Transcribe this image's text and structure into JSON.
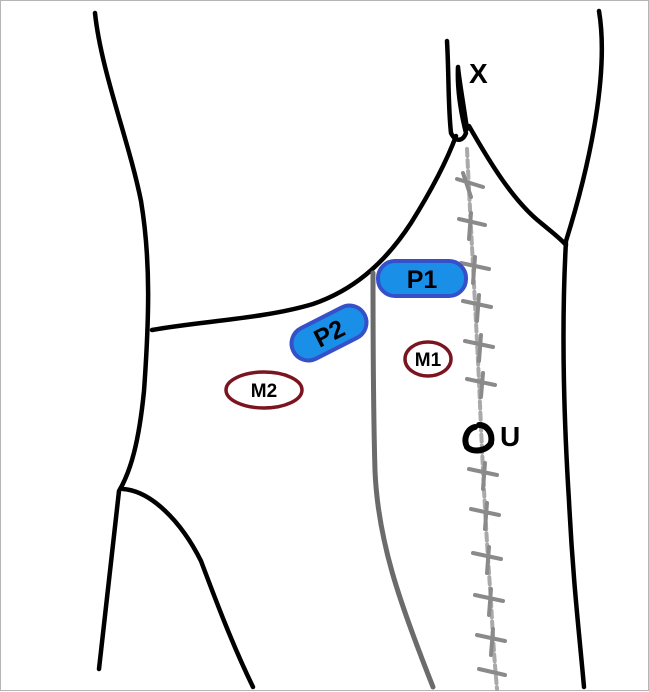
{
  "labels": {
    "xiphoid": "X",
    "umbilicus": "U",
    "port1": "P1",
    "port2": "P2",
    "marker1": "M1",
    "marker2": "M2"
  },
  "colors": {
    "outline": "#000000",
    "midline": "#6b6b6b",
    "suture": "#9a9a9a",
    "port_fill": "#1a8fe8",
    "port_stroke": "#3550c8",
    "marker_stroke": "#7a1520"
  }
}
